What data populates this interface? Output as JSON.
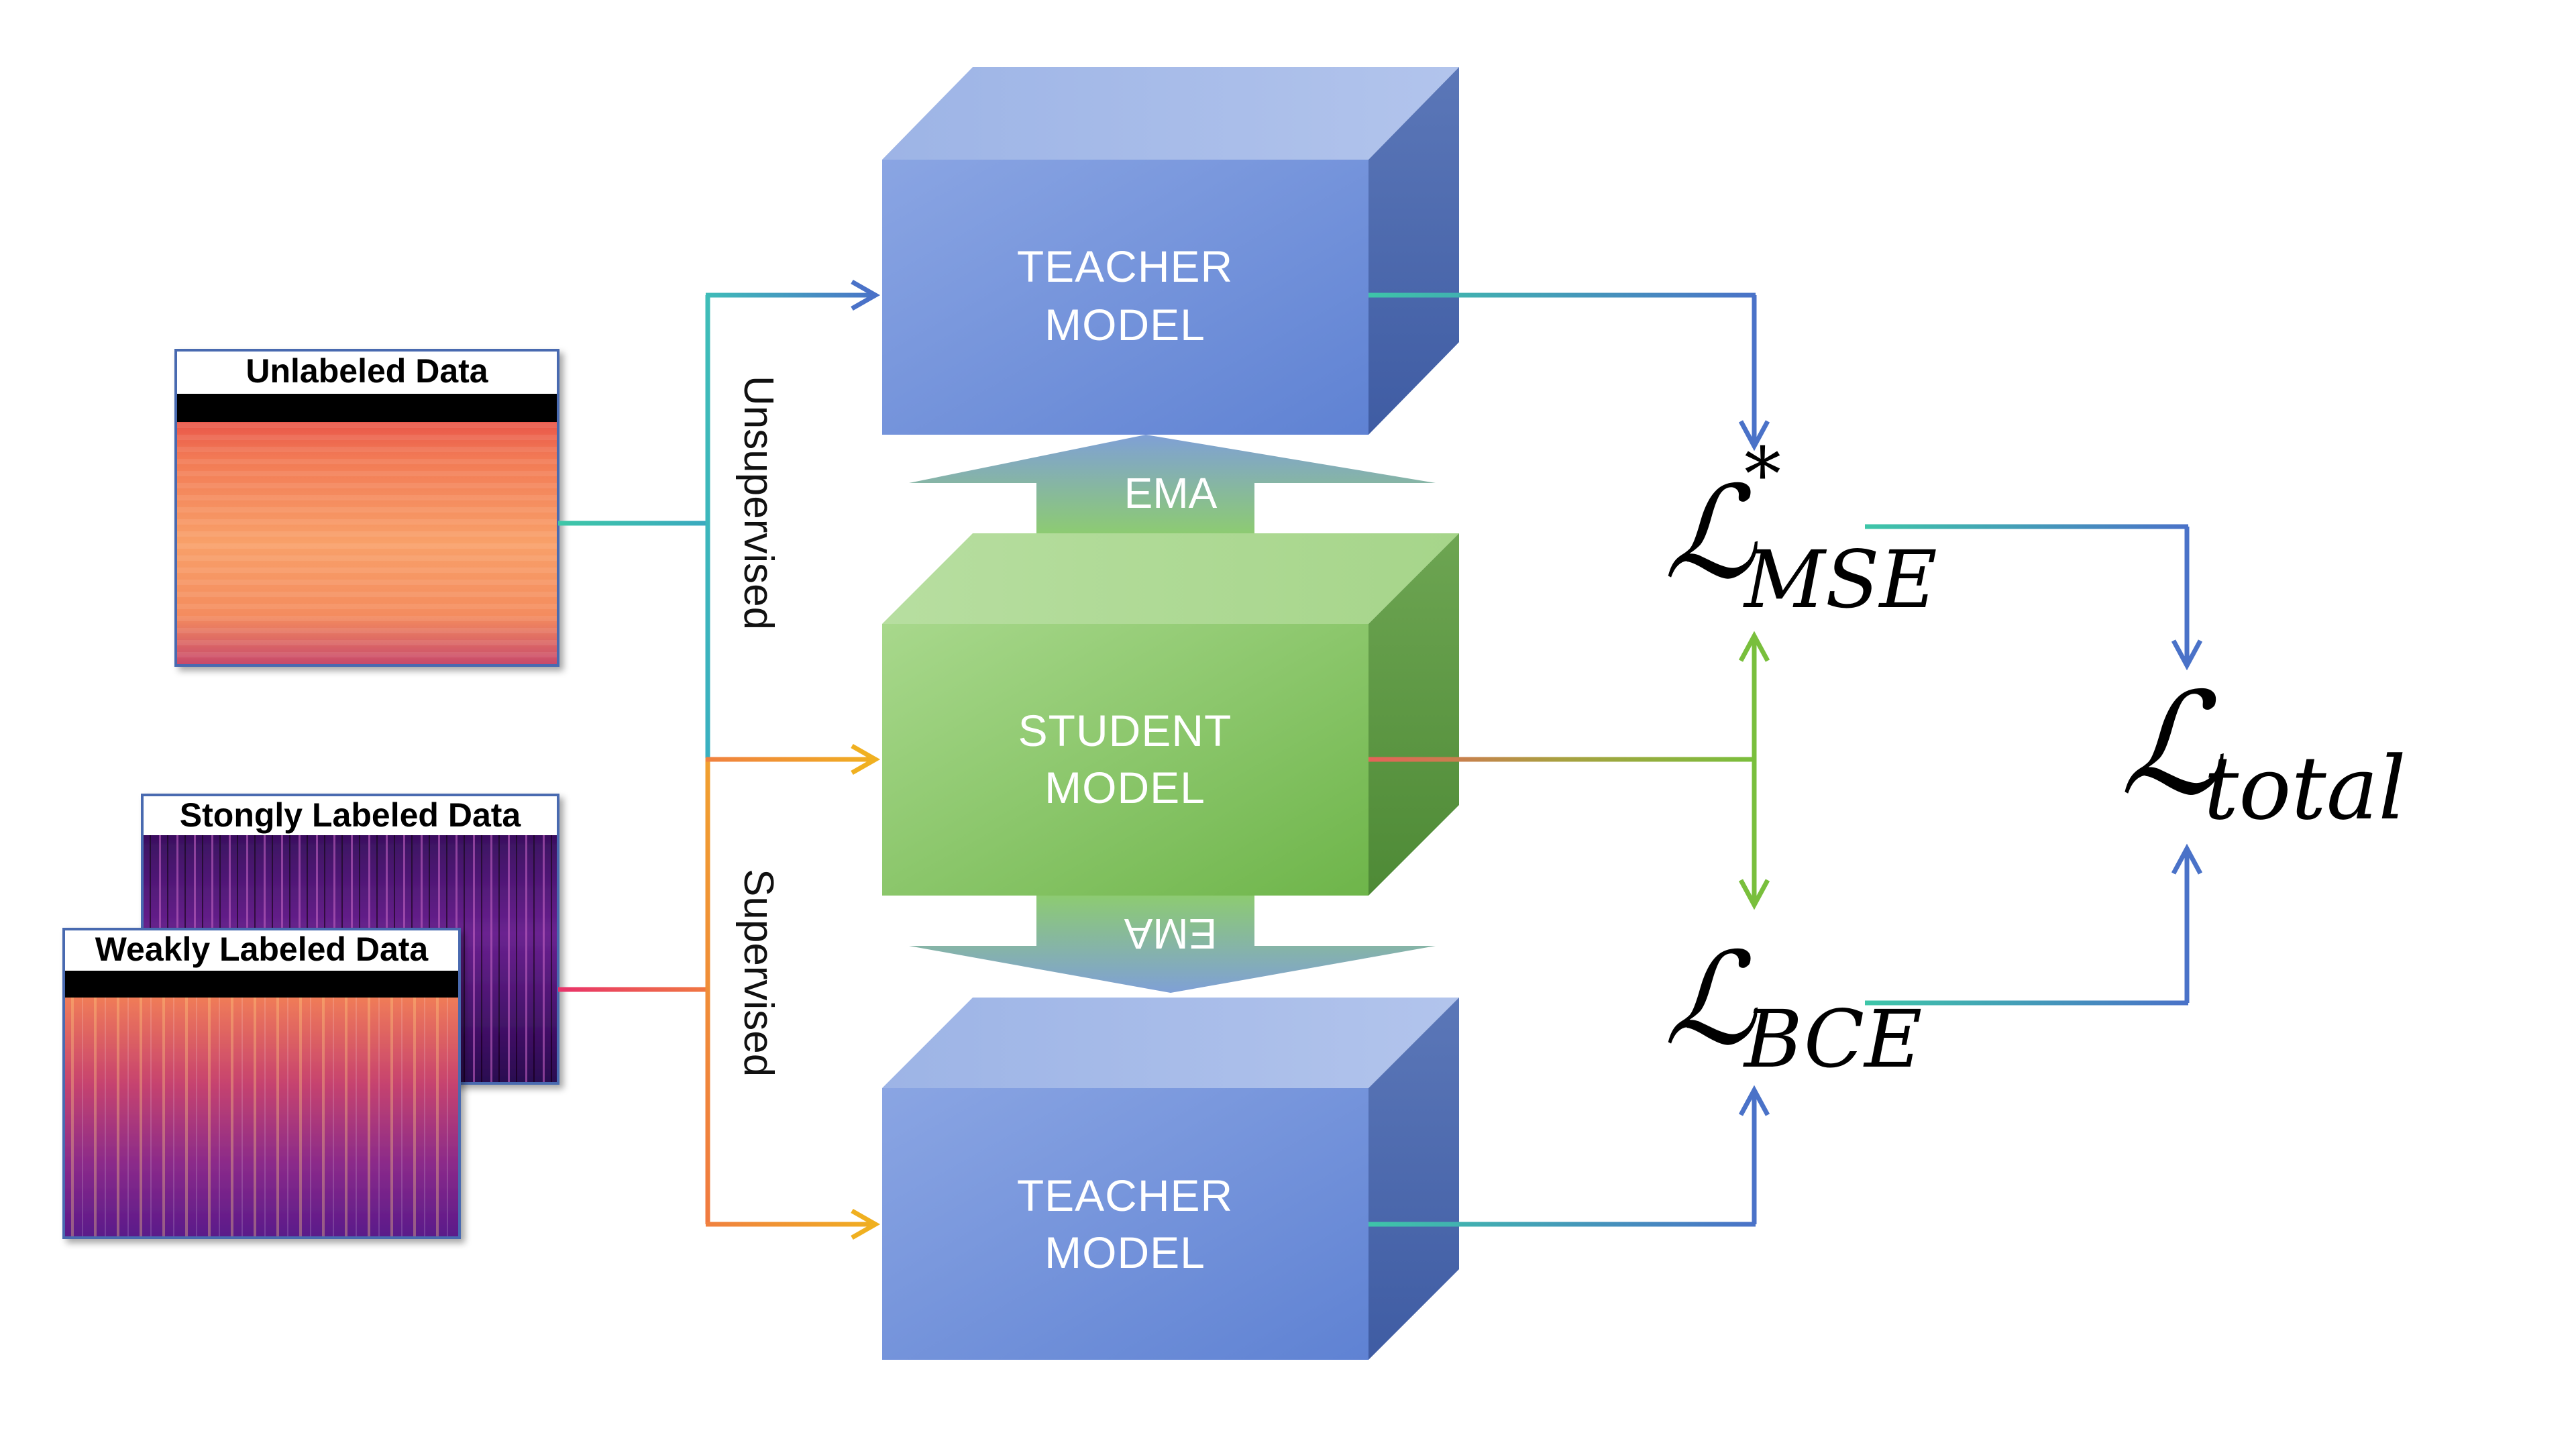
{
  "inputs": {
    "unlabeled": "Unlabeled Data",
    "strongly": "Stongly Labeled Data",
    "weakly": "Weakly Labeled Data"
  },
  "paths": {
    "unsupervised": "Unsupervised",
    "supervised": "Supervised"
  },
  "models": {
    "teacher_top": [
      "TEACHER",
      "MODEL"
    ],
    "student": [
      "STUDENT",
      "MODEL"
    ],
    "teacher_bottom": [
      "TEACHER",
      "MODEL"
    ]
  },
  "ema": {
    "up": "EMA",
    "down": "EMA"
  },
  "losses": {
    "symbol": "ℒ",
    "mse_sub": "MSE",
    "mse_sup": "*",
    "bce_sub": "BCE",
    "total_sub": "total"
  },
  "colors": {
    "teacher_front": "#7f9ee0",
    "student_front": "#8ccb6a",
    "unsup_line": "#3ec1b0",
    "sup_line": "#f0a030",
    "loss_arrow": "#4a72c8",
    "student_arrow": "#79bf3c"
  }
}
